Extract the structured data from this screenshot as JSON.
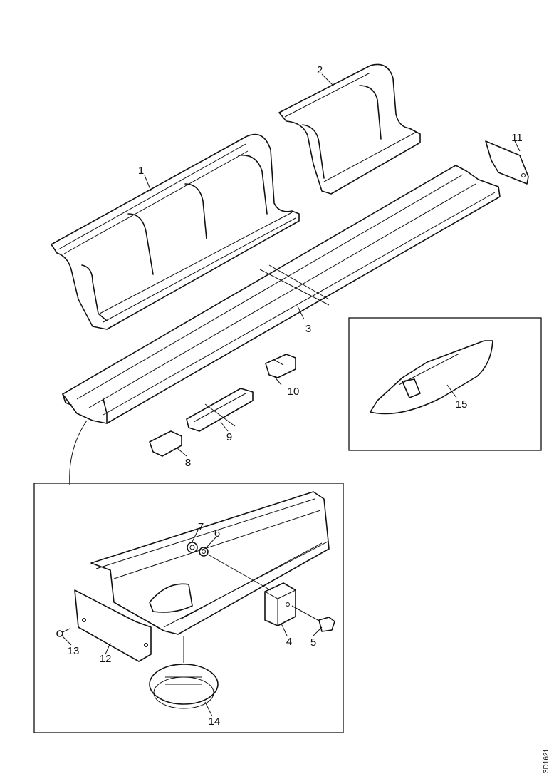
{
  "callouts": {
    "c1": "1",
    "c2": "2",
    "c3": "3",
    "c4": "4",
    "c5": "5",
    "c6": "6",
    "c7": "7",
    "c8": "8",
    "c9": "9",
    "c10": "10",
    "c11": "11",
    "c12": "12",
    "c13": "13",
    "c14": "14",
    "c15": "15"
  },
  "reference_code": "3D1621"
}
